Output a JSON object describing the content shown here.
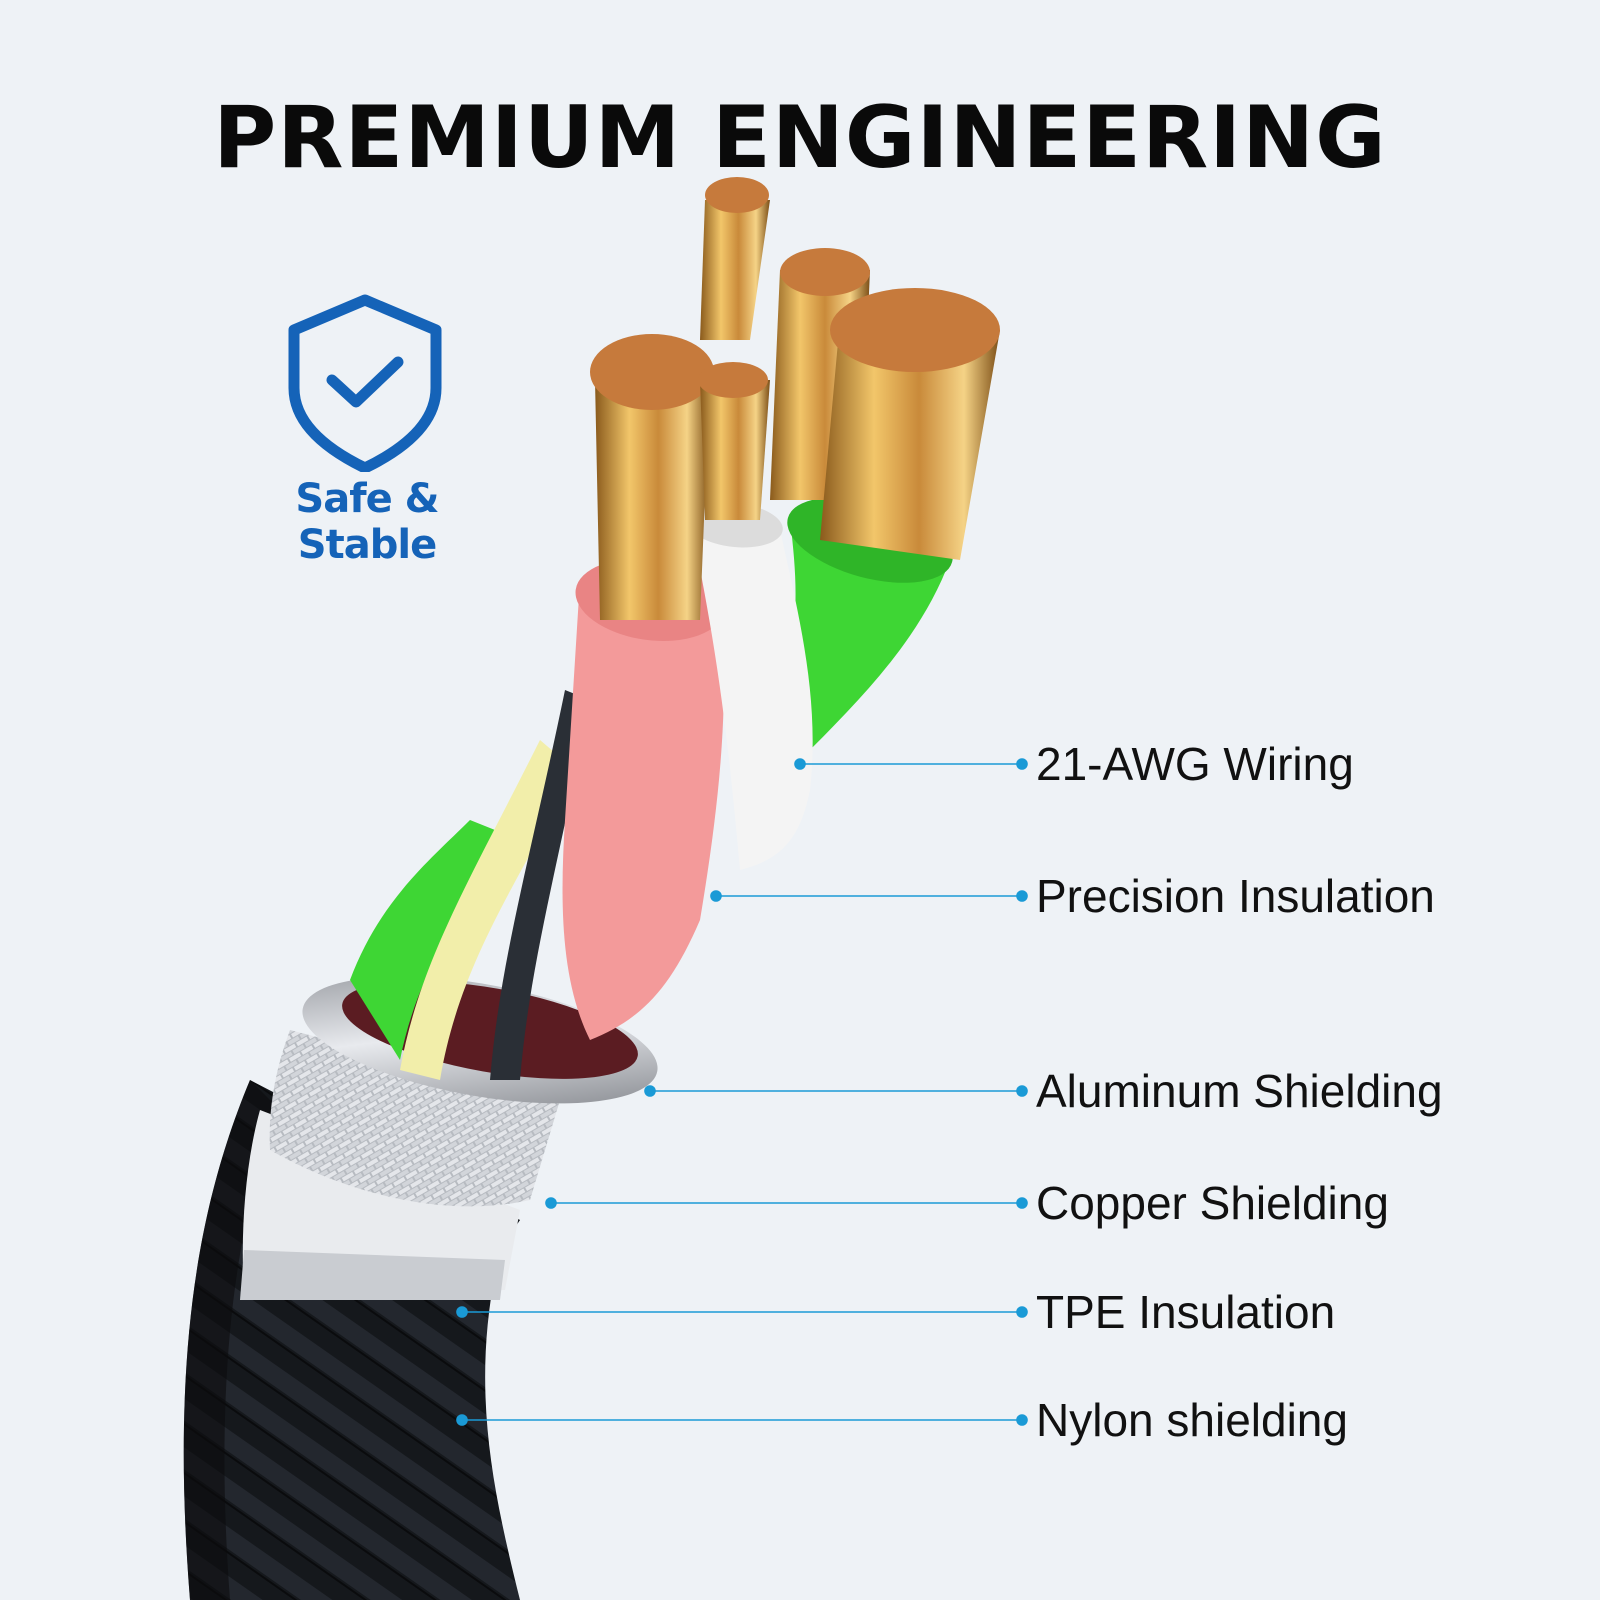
{
  "title": "PREMIUM ENGINEERING",
  "badge": {
    "label": "Safe & Stable",
    "icon": "shield-check-icon",
    "color": "#1563b8"
  },
  "callouts": [
    {
      "label": "21-AWG Wiring"
    },
    {
      "label": "Precision Insulation"
    },
    {
      "label": "Aluminum Shielding"
    },
    {
      "label": "Copper Shielding"
    },
    {
      "label": "TPE Insulation"
    },
    {
      "label": "Nylon shielding"
    }
  ],
  "colors": {
    "background": "#eef2f6",
    "leader_line": "#1a9ad6",
    "wire_pink": "#f39a9a",
    "wire_white": "#f4f4f4",
    "wire_green": "#3ed634",
    "wire_yellow": "#f2eeaa",
    "wire_black": "#2a2f36",
    "copper": "#c98a3a",
    "braid": "#1c1f24"
  }
}
